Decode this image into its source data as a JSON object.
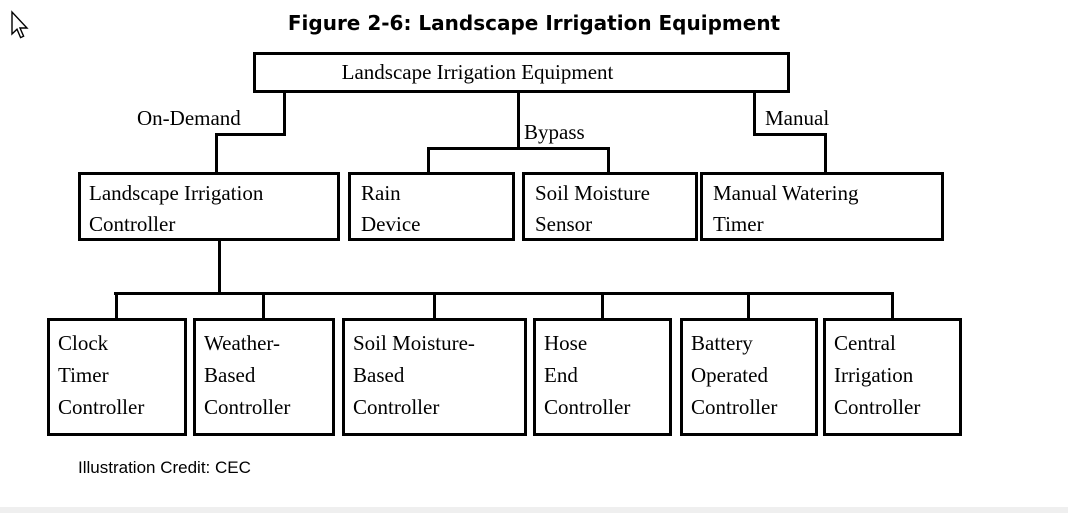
{
  "title": "Figure 2-6: Landscape Irrigation Equipment",
  "credit": "Illustration Credit: CEC",
  "colors": {
    "line": "#000000",
    "background": "#ffffff",
    "text": "#000000"
  },
  "cursor_icon": "arrow-pointer",
  "nodes": {
    "root": {
      "label": "Landscape Irrigation Equipment"
    },
    "controller": {
      "label": "Landscape Irrigation\nController"
    },
    "rain": {
      "label": "Rain\nDevice"
    },
    "soil_sensor": {
      "label": "Soil Moisture\nSensor"
    },
    "manual_timer": {
      "label": "Manual Watering\nTimer"
    },
    "clock": {
      "label": "Clock\nTimer\nController"
    },
    "weather": {
      "label": "Weather-\nBased\nController"
    },
    "soil_based": {
      "label": "Soil Moisture-\nBased\nController"
    },
    "hose": {
      "label": "Hose\nEnd\nController"
    },
    "battery": {
      "label": "Battery\nOperated\nController"
    },
    "central": {
      "label": "Central\nIrrigation\nController"
    }
  },
  "branches": {
    "on_demand": "On-Demand",
    "bypass": "Bypass",
    "manual": "Manual"
  },
  "hierarchy": {
    "root": "Landscape Irrigation Equipment",
    "edges": [
      {
        "branch": "On-Demand",
        "children": [
          "Landscape Irrigation Controller"
        ]
      },
      {
        "branch": "Bypass",
        "children": [
          "Rain Device",
          "Soil Moisture Sensor"
        ]
      },
      {
        "branch": "Manual",
        "children": [
          "Manual Watering Timer"
        ]
      },
      {
        "branch": "Landscape Irrigation Controller",
        "children": [
          "Clock Timer Controller",
          "Weather-Based Controller",
          "Soil Moisture-Based Controller",
          "Hose End Controller",
          "Battery Operated Controller",
          "Central Irrigation Controller"
        ]
      }
    ]
  }
}
